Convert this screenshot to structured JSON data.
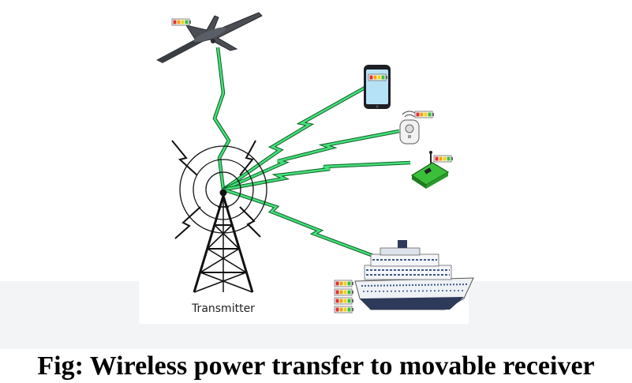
{
  "figure": {
    "transmitter_label": "Transmitter",
    "caption": "Fig: Wireless power transfer to movable receiver"
  },
  "receivers": [
    {
      "id": "drone",
      "icon": "drone-icon"
    },
    {
      "id": "smartphone",
      "icon": "smartphone-icon"
    },
    {
      "id": "smart-plug",
      "icon": "smart-plug-icon"
    },
    {
      "id": "sensor-node",
      "icon": "sensor-node-icon"
    },
    {
      "id": "cruise-ship",
      "icon": "cruise-ship-icon"
    }
  ],
  "colors": {
    "beam": "#3ddc6a",
    "beam_outline": "#0f5f2a",
    "tower": "#111111",
    "battery_green": "#3cc03c",
    "battery_yellow": "#f0d020",
    "battery_red": "#e03030",
    "band": "#f3f4f6"
  }
}
